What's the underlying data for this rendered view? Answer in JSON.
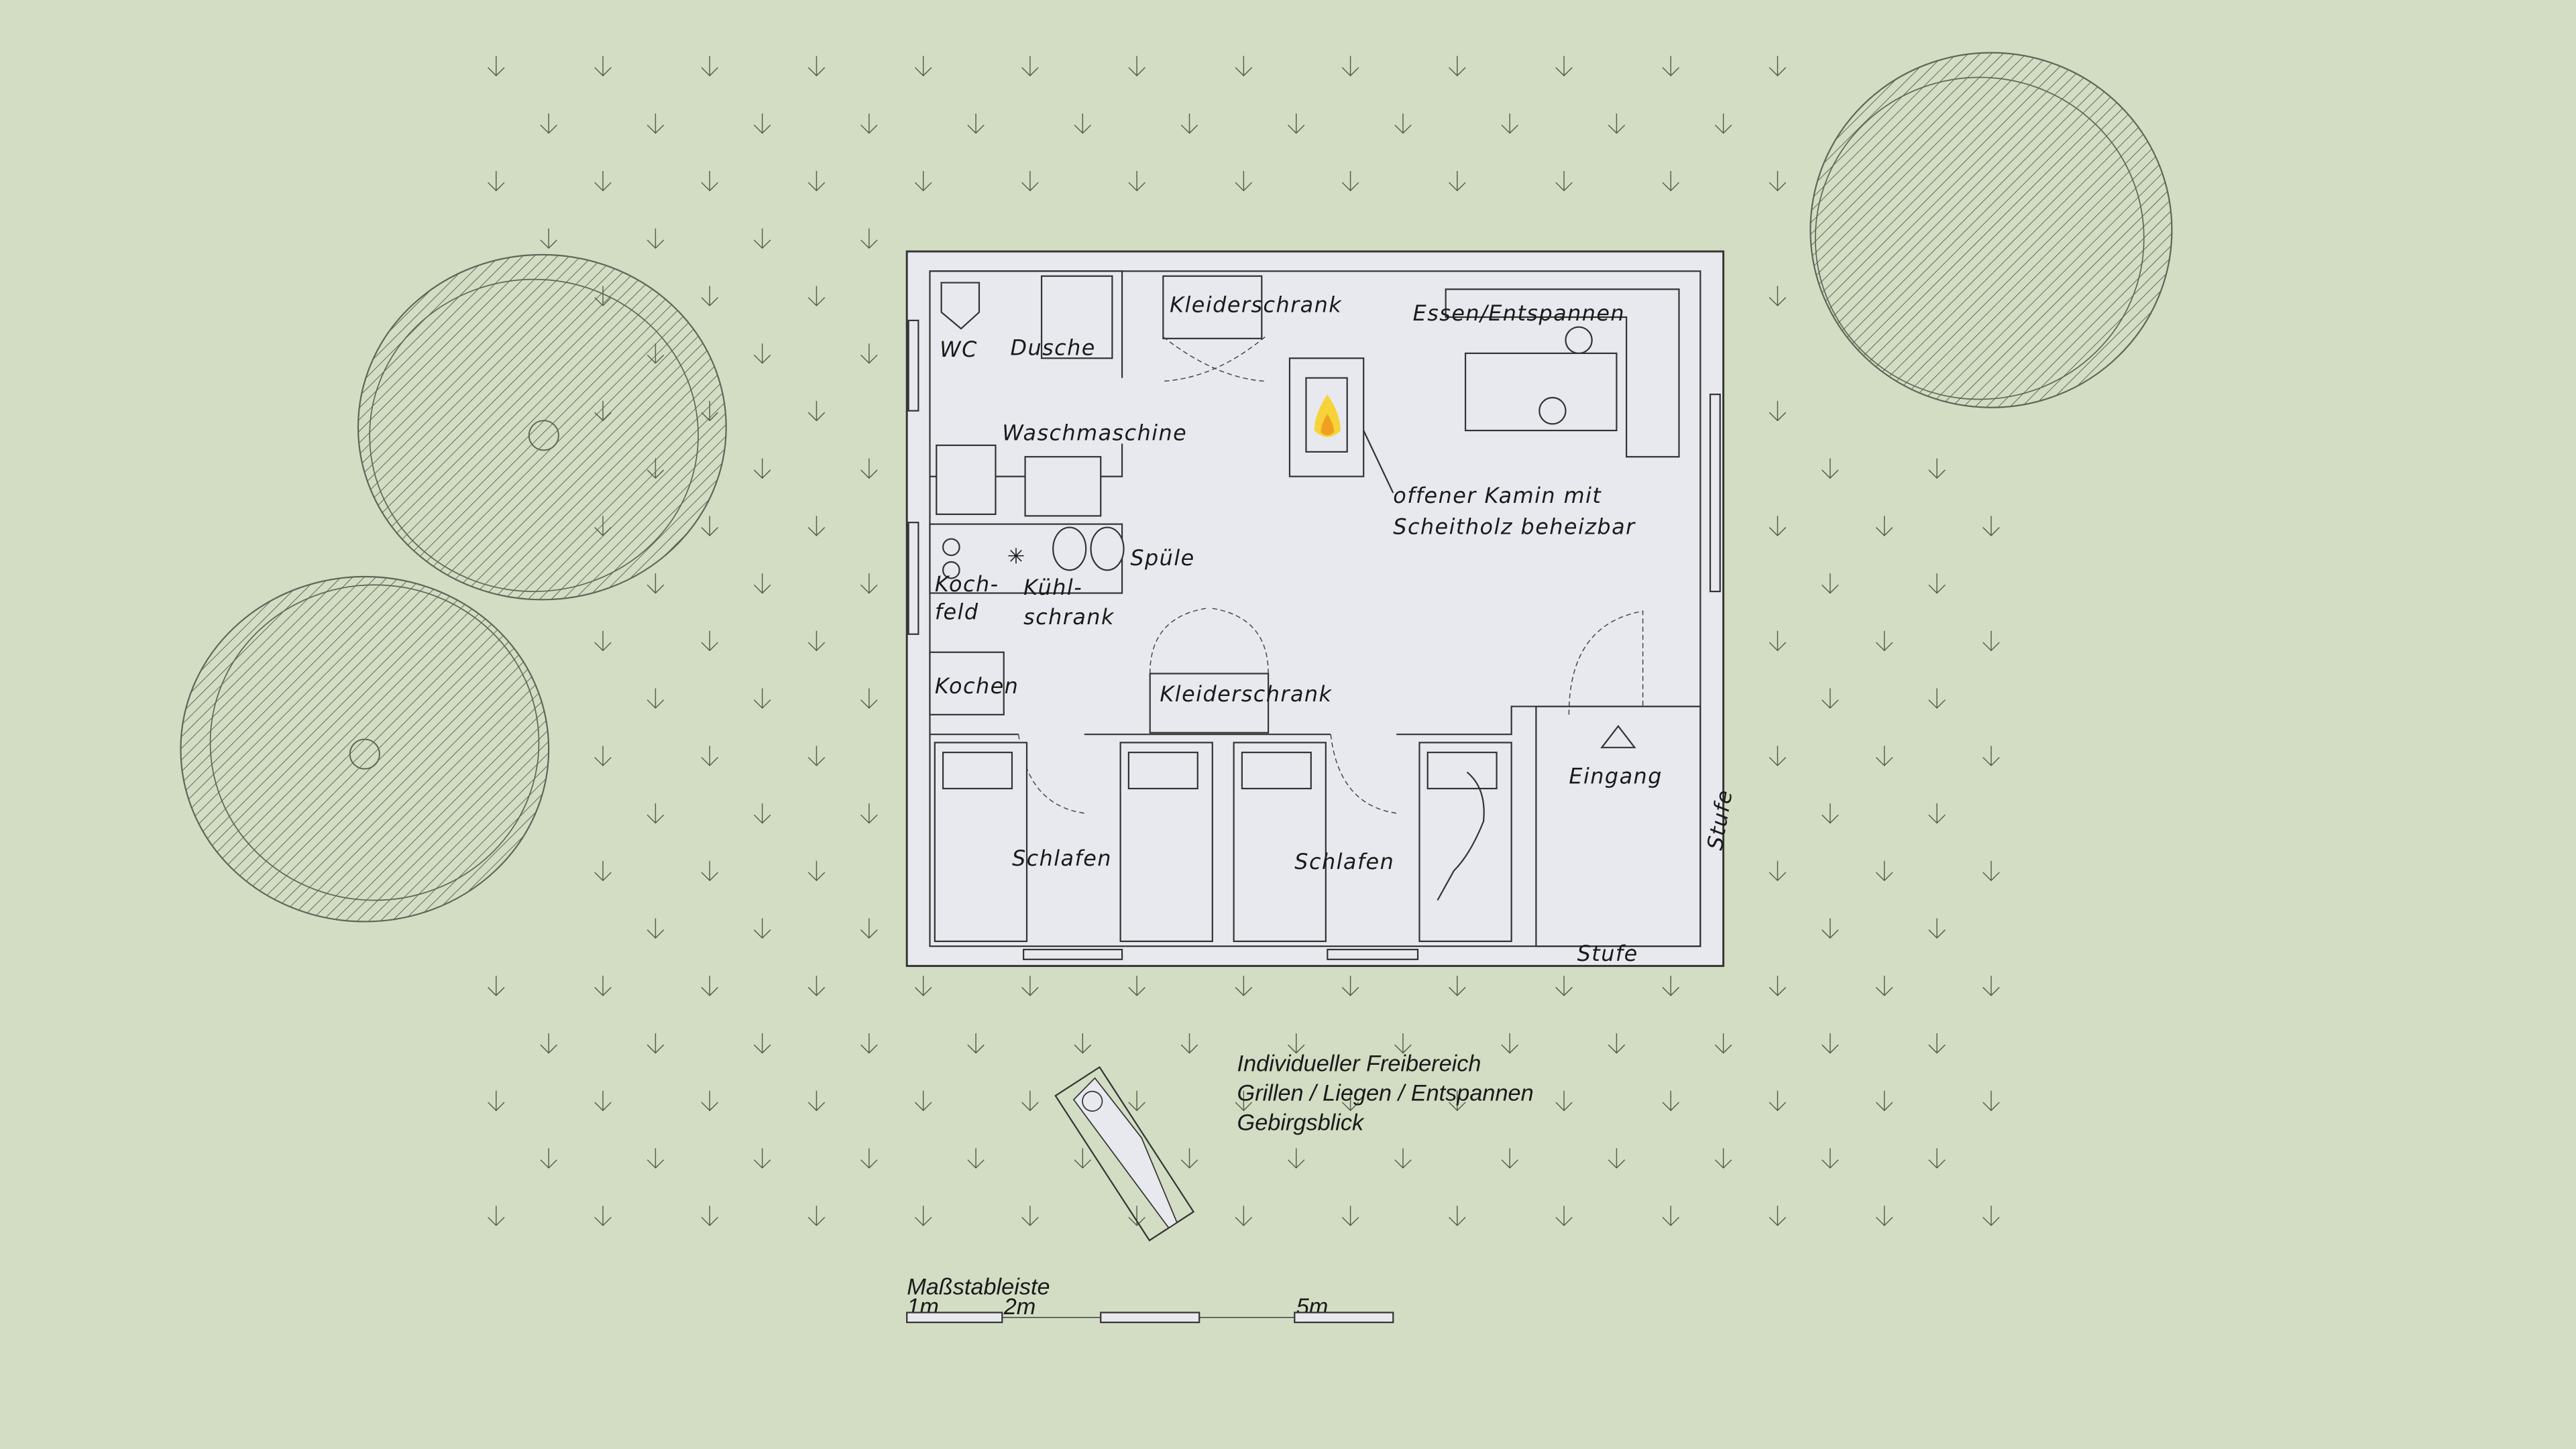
{
  "colors": {
    "background": "#d3ddc4",
    "interior": "#e8e9ee",
    "line": "#333333",
    "flame_outer": "#f7d33a",
    "flame_inner": "#f0a020",
    "tree_hatch": "#5f6658"
  },
  "plan": {
    "labels": {
      "wardrobe_top": "Kleiderschrank",
      "dining": "Essen/Entspannen",
      "wc": "WC",
      "shower": "Dusche",
      "washer": "Waschmaschine",
      "fireplace_1": "offener Kamin mit",
      "fireplace_2": "Scheitholz beheizbar",
      "sink": "Spüle",
      "hob_1": "Koch-",
      "hob_2": "feld",
      "fridge_1": "Kühl-",
      "fridge_2": "schrank",
      "cooking": "Kochen",
      "wardrobe_mid": "Kleiderschrank",
      "entrance": "Eingang",
      "step_side": "Stufe",
      "sleep_left": "Schlafen",
      "sleep_right": "Schlafen",
      "step_bottom": "Stufe"
    }
  },
  "outdoor": {
    "line1": "Individueller Freibereich",
    "line2": "Grillen / Liegen / Entspannen",
    "line3": "Gebirgsblick"
  },
  "scale": {
    "title": "Maßstableiste",
    "tick_1": "1m",
    "tick_2": "2m",
    "tick_5": "5m"
  }
}
